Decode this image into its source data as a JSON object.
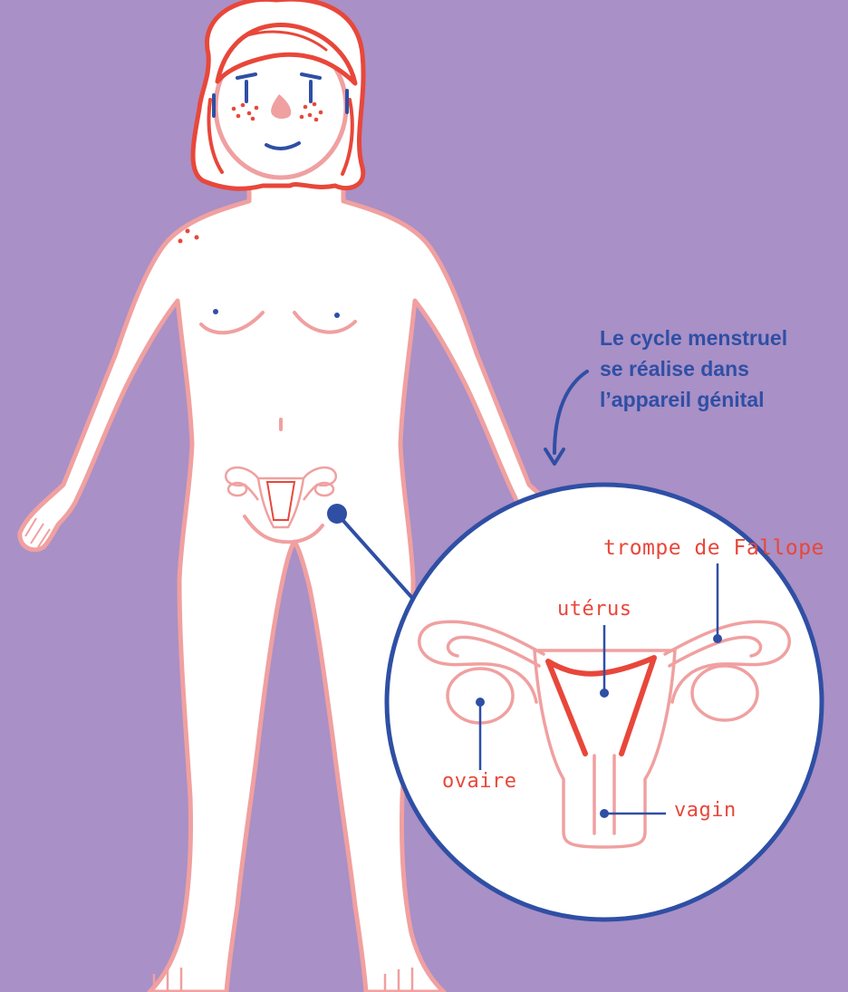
{
  "caption": {
    "lines": [
      "Le cycle menstruel",
      "se réalise dans",
      "l’appareil génital"
    ]
  },
  "labels": {
    "trompe": "trompe de Fallope",
    "uterus": "utérus",
    "ovaire": "ovaire",
    "vagin": "vagin"
  },
  "colors": {
    "background": "#a990c6",
    "body_outline": "#f0a0a0",
    "hair_red": "#e8473a",
    "accent_blue": "#2f4fa5",
    "white": "#ffffff"
  }
}
